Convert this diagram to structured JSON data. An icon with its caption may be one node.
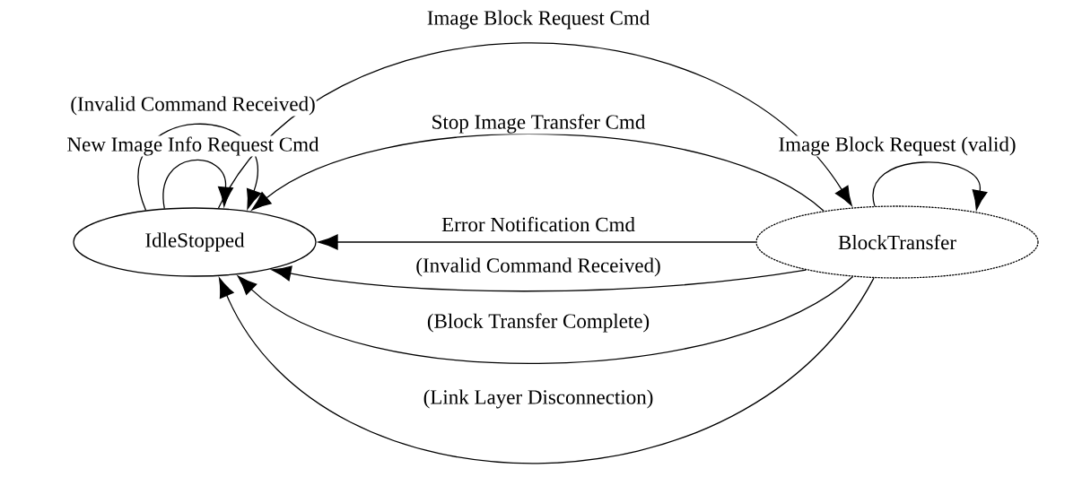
{
  "diagram": {
    "nodes": [
      {
        "text": [
          "IdleStopped"
        ]
      },
      {
        "text": [
          "BlockTransfer"
        ]
      }
    ],
    "edges": [
      {
        "from": 0,
        "to": 1,
        "arrow": "to",
        "label": "Image Block Request Cmd"
      },
      {
        "from": 0,
        "to": 0,
        "arrow": "to",
        "label": "(Invalid Command Received)"
      },
      {
        "from": 0,
        "to": 0,
        "arrow": "to",
        "label": "New Image Info Request Cmd"
      },
      {
        "from": 1,
        "to": 0,
        "arrow": "to",
        "label": "Stop Image Transfer Cmd"
      },
      {
        "from": 1,
        "to": 1,
        "arrow": "to",
        "label": "Image Block Request (valid)"
      },
      {
        "from": 1,
        "to": 0,
        "arrow": "to",
        "label": "Error Notification Cmd"
      },
      {
        "from": 1,
        "to": 0,
        "arrow": "to",
        "label": "(Invalid Command Received)"
      },
      {
        "from": 1,
        "to": 0,
        "arrow": "to",
        "label": "(Block Transfer Complete)"
      },
      {
        "from": 1,
        "to": 0,
        "arrow": "to",
        "label": "(Link Layer Disconnection)"
      }
    ]
  }
}
